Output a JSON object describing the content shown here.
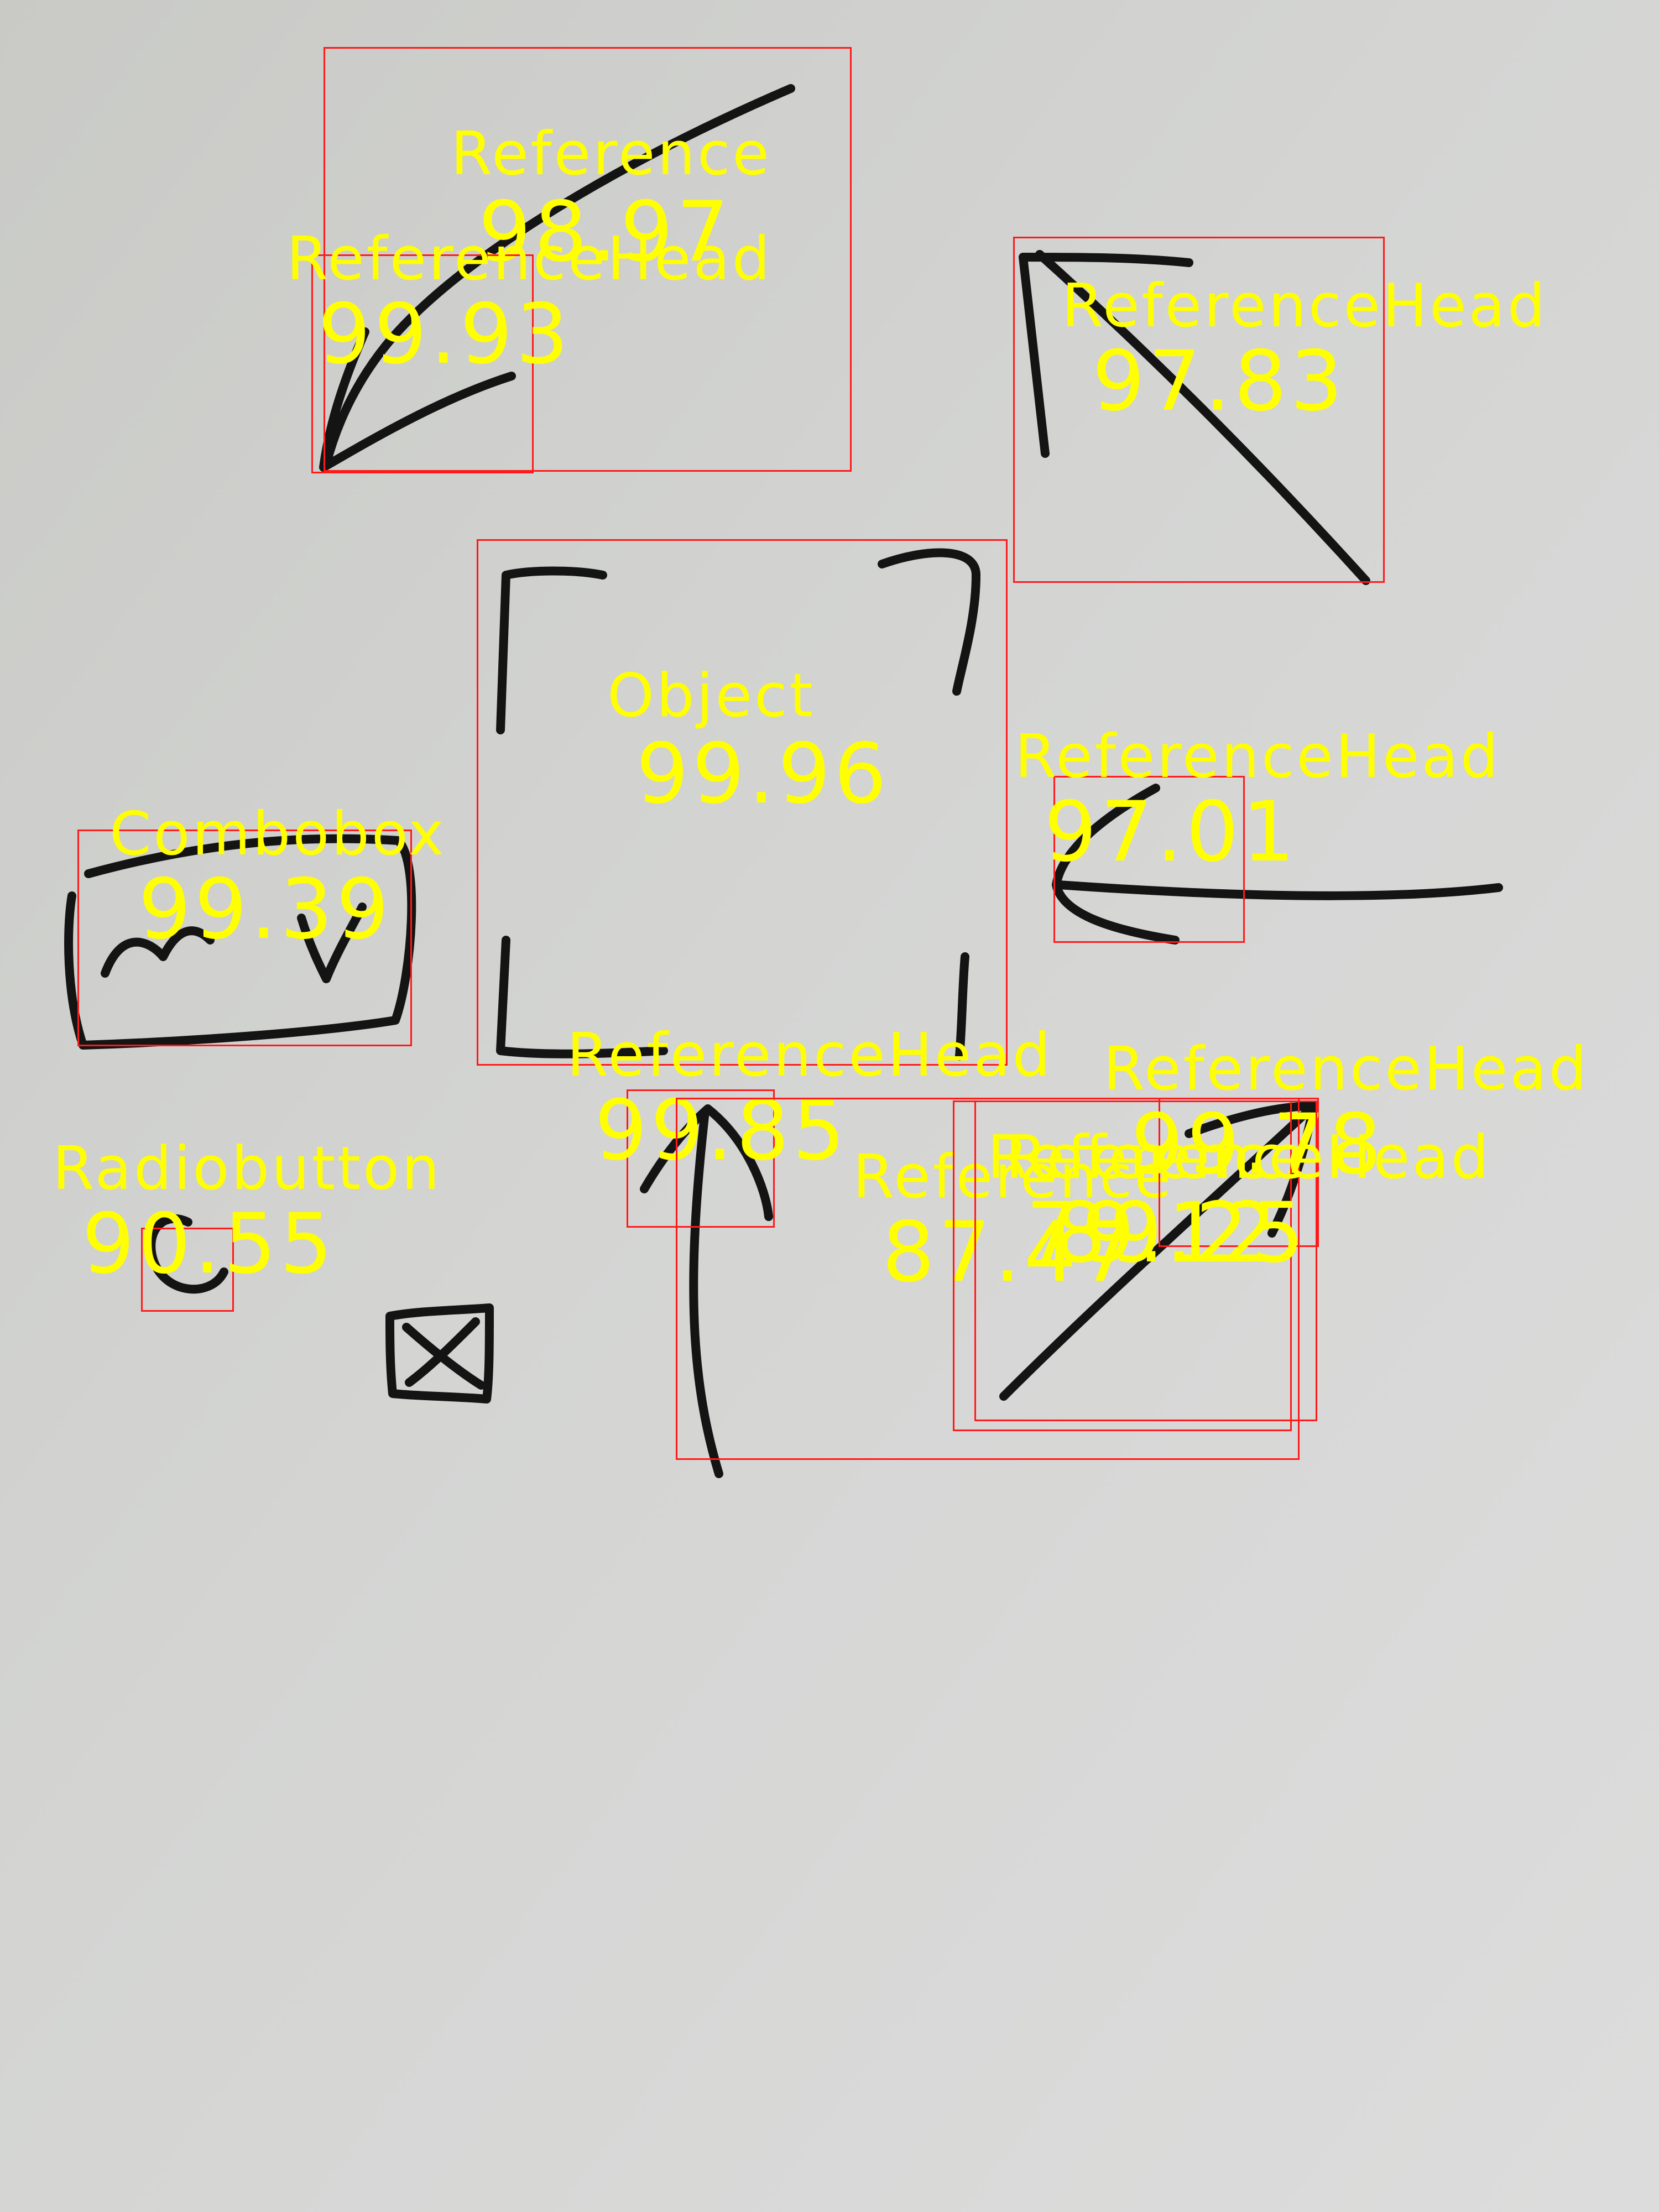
{
  "detections": [
    {
      "label": "Reference",
      "score": "98.97"
    },
    {
      "label": "ReferenceHead",
      "score": "99.93"
    },
    {
      "label": "ReferenceHead",
      "score": "97.83"
    },
    {
      "label": "Object",
      "score": "99.96"
    },
    {
      "label": "ReferenceHead",
      "score": "97.01"
    },
    {
      "label": "Combobox",
      "score": "99.39"
    },
    {
      "label": "ReferenceHead",
      "score": "99.85"
    },
    {
      "label": "Reference",
      "score": "87.47"
    },
    {
      "label": "ReferenceHead",
      "score": "99.78"
    },
    {
      "label": "Reference",
      "score": "79.12"
    },
    {
      "label": "ReferenceHead",
      "score": "89.25"
    },
    {
      "label": "Radiobutton",
      "score": "90.55"
    }
  ],
  "colors": {
    "box_outline": "#ff1a1a",
    "label_text": "#ffff00",
    "ink": "#141414",
    "whiteboard": "#d6d6d6"
  }
}
